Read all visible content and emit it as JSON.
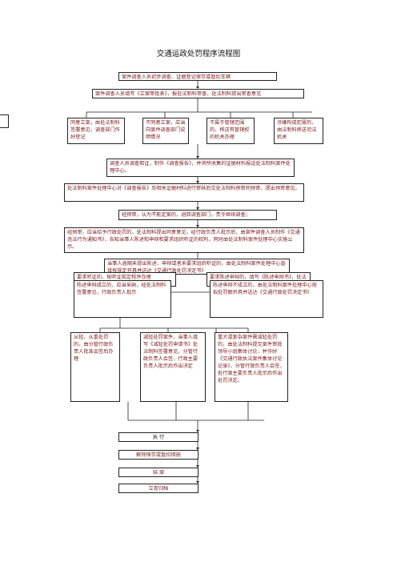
{
  "title": "交通运政处罚程序流程图",
  "nodes": {
    "n1": "案件调查人员初步调查、证据登记保存或暂扣车辆",
    "n2": "案件调查人员填写《立案审批表》，报处法制科审查，处法制科提出审查意见",
    "n3a": "同意立案，由处法制科签署意见，调查部门作好登记",
    "n3b": "不同意立案，应当向案件调查部门说明情况",
    "n3c": "不属于管辖范围的，移送有管辖权的机关办理",
    "n3d": "涉嫌构成犯罪的，由法制科移送司法机关",
    "n4": "调查人员调查取证，制作《调查报告》，并将所收集的证据材料报送处法制科案件处理中心。",
    "n5": "处法制科案件处理中心对《调查报告》及相关证据材料进行审核后交处法制科预审同预审，提出预审意见。",
    "n6": "经预审，认为不能定案的，退回调查部门，责令继续调查；",
    "n7": "经预审，应当给予行政处罚的，处法制科提出同意意见，经行政负责人批示后，由案件调查人员制作《交通违法行为通知书》，告知当事人陈述和申辩和要求组织听证的权利，同时由处法制科案件处理中心实施公示。",
    "n8": "当事人逾期未提出陈述、申辩或者未要求组织听证的，由处法制科案件处理中心直接按规定开具并送达《交通行政处罚决定书》",
    "n9a": "要求听证的，按听证规定程序办理",
    "n9b": "要求陈述申辩的，填写《陈述申辩书》，处法制科进行复核",
    "n10a": "陈述申辩成立的，应当采纳，经处法制科签署意见，行政负责人批示",
    "n10b": "陈述申辩不成立的，由处法制科案件处理中心按拟处罚额开具并送达《交通行政处罚决定书》",
    "n11a": "从轻、从重处罚的，由分管行政负责人批准会签后办理",
    "n11b": "减轻处罚案件，当事人填写《减轻处罚申请书》处法制科签署意见，分管行政负责人会签，行政主要负责人批示后作出决定",
    "n11c": "重大或复杂案件需减轻处罚的，由处法制科提交案件审批领导小组集体讨论，并作好《交通行政执法案件集体讨论记录》，分管行政负责人会签，处行政主要负责人批示后作出处罚决定。",
    "n12": "执 行",
    "n13": "解除保存或暂扣措施",
    "n14": "结 案",
    "n15": "立卷归档"
  },
  "colors": {
    "text": "#7a1a1a",
    "line": "#222222"
  }
}
